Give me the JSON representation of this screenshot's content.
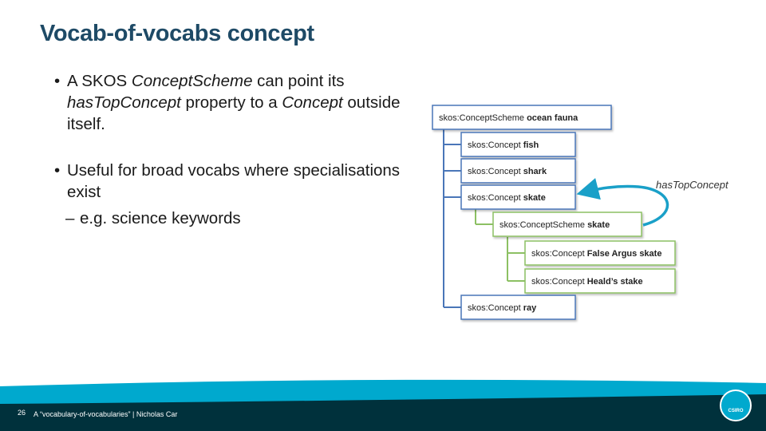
{
  "title": "Vocab-of-vocabs concept",
  "bullets": {
    "b1_pre": "A SKOS ",
    "b1_em1": "ConceptScheme",
    "b1_mid1": " can point its ",
    "b1_em2": "hasTopConcept",
    "b1_mid2": " property to a ",
    "b1_em3": "Concept",
    "b1_post": " outside itself.",
    "b2": "Useful for broad vocabs where specialisations exist",
    "b2_sub": "e.g. science keywords"
  },
  "diagram": {
    "boxes": [
      {
        "type": "skos:ConceptScheme",
        "name": "ocean fauna"
      },
      {
        "type": "skos:Concept",
        "name": "fish"
      },
      {
        "type": "skos:Concept",
        "name": "shark"
      },
      {
        "type": "skos:Concept",
        "name": "skate"
      },
      {
        "type": "skos:ConceptScheme",
        "name": "skate"
      },
      {
        "type": "skos:Concept",
        "name": "False Argus skate"
      },
      {
        "type": "skos:Concept",
        "name": "Heald’s stake"
      },
      {
        "type": "skos:Concept",
        "name": "ray"
      }
    ],
    "arrow_label": "hasTopConcept",
    "colors": {
      "blue": "#4a76b8",
      "green": "#8cc063",
      "arrow": "#1aa0c8"
    }
  },
  "footer": {
    "page_number": "26",
    "text": "A “vocabulary-of-vocabularies” |  Nicholas Car",
    "logo_text": "CSIRO"
  }
}
